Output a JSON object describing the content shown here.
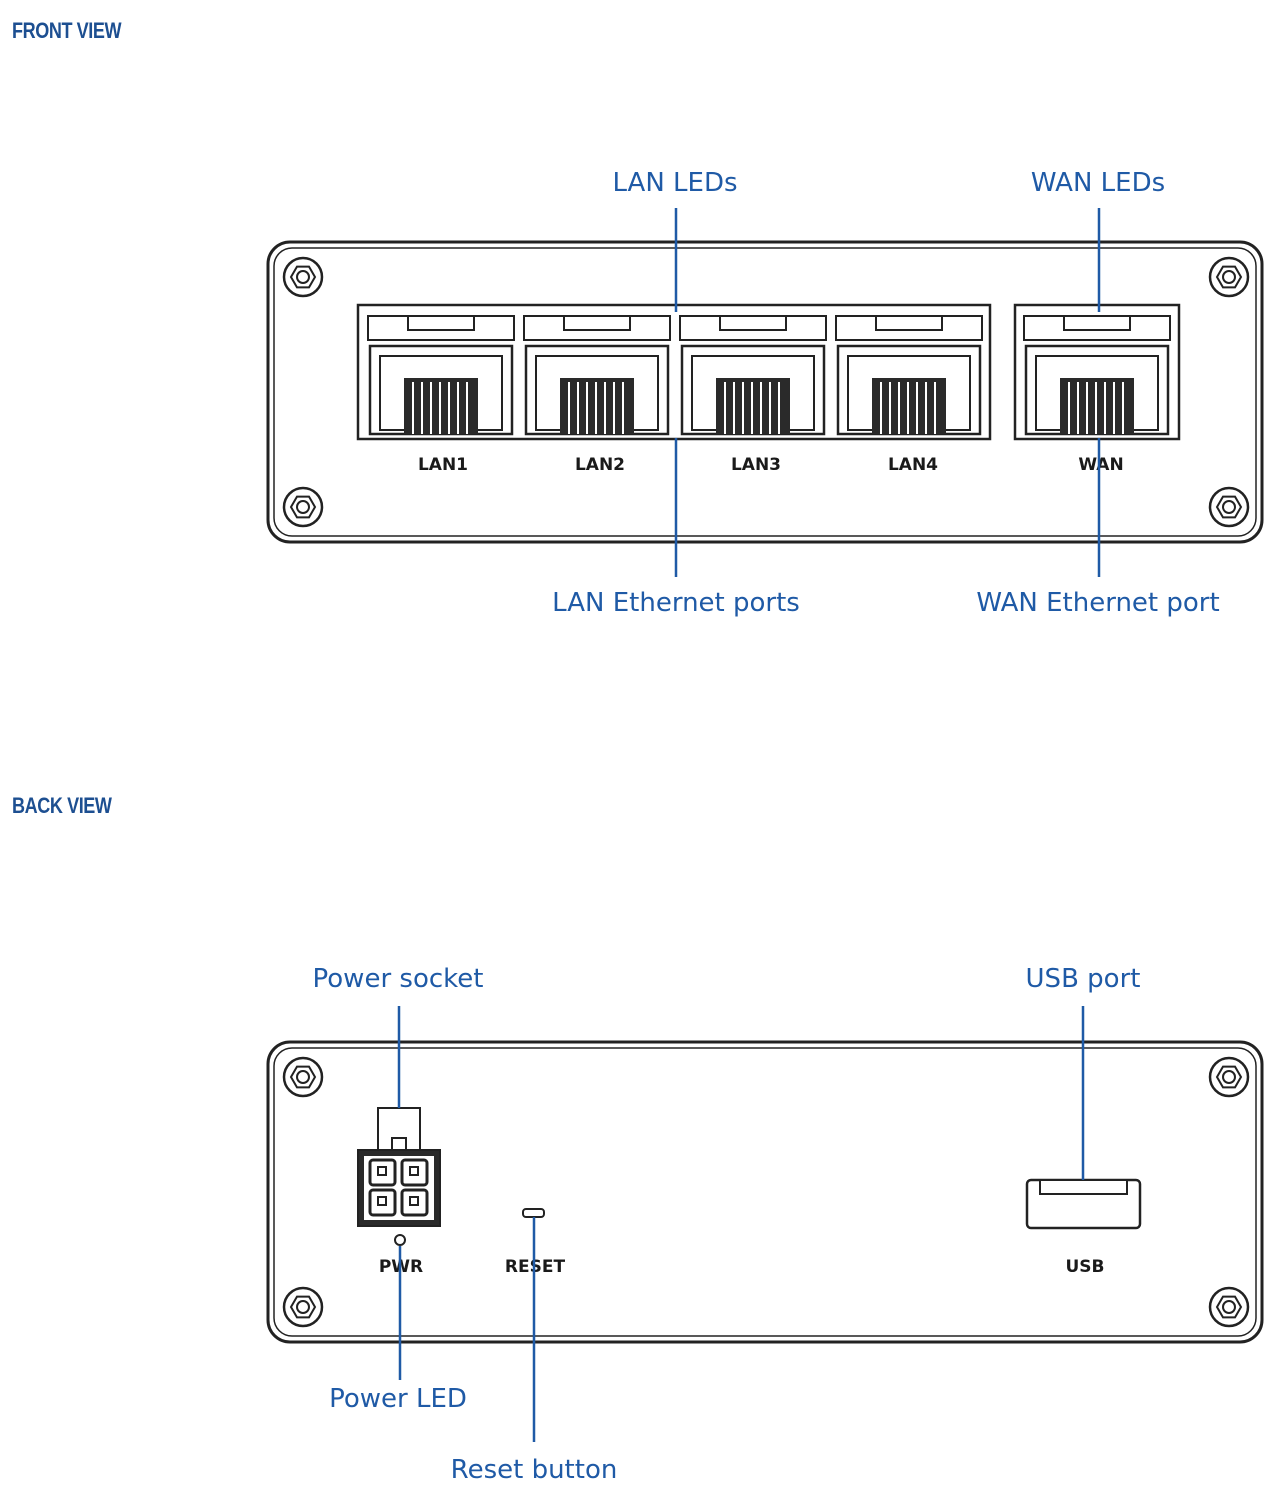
{
  "front": {
    "section_title": "FRONT VIEW",
    "callouts": {
      "lan_leds": "LAN LEDs",
      "wan_leds": "WAN LEDs",
      "lan_ports": "LAN Ethernet ports",
      "wan_port": "WAN Ethernet port"
    },
    "ports": [
      "LAN1",
      "LAN2",
      "LAN3",
      "LAN4",
      "WAN"
    ]
  },
  "back": {
    "section_title": "BACK VIEW",
    "callouts": {
      "power_socket": "Power socket",
      "usb_port": "USB port",
      "power_led": "Power LED",
      "reset_button": "Reset button"
    },
    "labels": {
      "pwr": "PWR",
      "reset": "RESET",
      "usb": "USB"
    }
  },
  "colors": {
    "title": "#1d4f91",
    "callout": "#1f5aa6",
    "outline": "#222222"
  }
}
